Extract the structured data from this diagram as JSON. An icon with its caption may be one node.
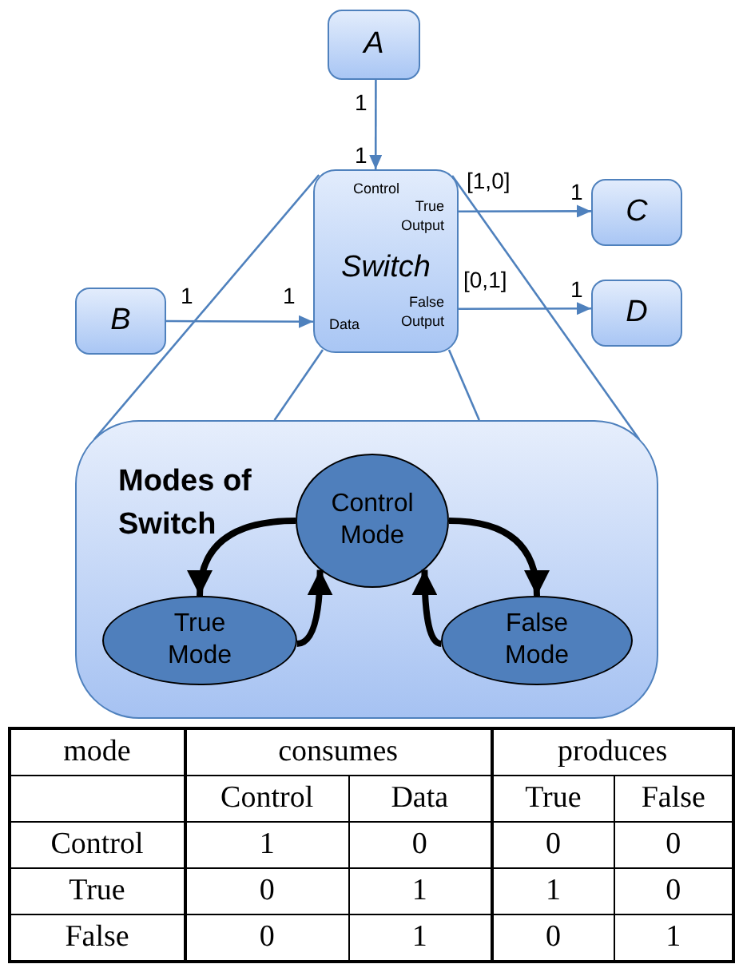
{
  "diagram": {
    "nodes": [
      {
        "text": [
          "A"
        ]
      },
      {
        "text": [
          "Control",
          "True Output",
          "Switch",
          "Data",
          "False Output"
        ]
      },
      {
        "text": [
          "B"
        ]
      },
      {
        "text": [
          "C"
        ]
      },
      {
        "text": [
          "D"
        ]
      },
      {
        "text": [
          "Modes of Switch"
        ]
      },
      {
        "text": [
          "Control Mode"
        ],
        "in": 5
      },
      {
        "text": [
          "True Mode"
        ],
        "in": 5
      },
      {
        "text": [
          "False Mode"
        ],
        "in": 5
      }
    ],
    "edges": [
      {
        "from": 0,
        "to": 1,
        "arrow": "to"
      },
      {
        "from": 2,
        "to": 1,
        "arrow": "to"
      },
      {
        "from": 1,
        "to": 3,
        "arrow": "to"
      },
      {
        "from": 1,
        "to": 4,
        "arrow": "to"
      },
      {
        "from": 1,
        "to": 5,
        "arrow": "none"
      },
      {
        "from": 1,
        "to": 5,
        "arrow": "none"
      },
      {
        "from": 1,
        "to": 5,
        "arrow": "none"
      },
      {
        "from": 1,
        "to": 5,
        "arrow": "none"
      },
      {
        "from": 6,
        "to": 7,
        "arrow": "to",
        "style": "thick",
        "color": "#000000"
      },
      {
        "from": 7,
        "to": 6,
        "arrow": "to",
        "style": "thick",
        "color": "#000000"
      },
      {
        "from": 6,
        "to": 8,
        "arrow": "to",
        "style": "thick",
        "color": "#000000"
      },
      {
        "from": 8,
        "to": 6,
        "arrow": "to",
        "style": "thick",
        "color": "#000000"
      }
    ],
    "labels": [
      "1",
      "1",
      "[1,0]",
      "1",
      "[0,1]",
      "1",
      "1",
      "1",
      "mode",
      "consumes",
      "produces",
      "Control",
      "Data",
      "True",
      "False",
      "Control",
      "1",
      "0",
      "0",
      "0",
      "True",
      "0",
      "1",
      "1",
      "0",
      "False",
      "0",
      "1",
      "0",
      "1"
    ]
  }
}
